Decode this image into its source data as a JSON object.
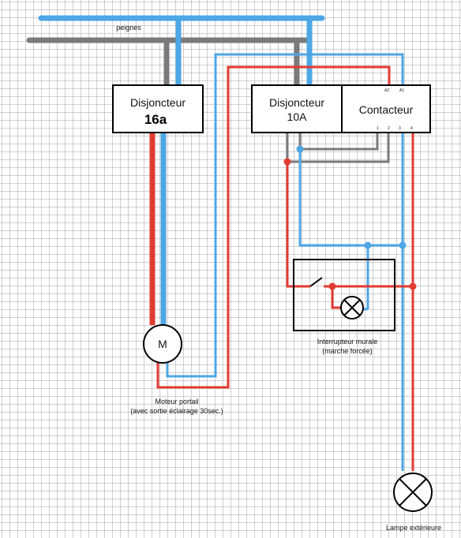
{
  "labels": {
    "peignes": "peignes",
    "breaker1_title": "Disjoncteur",
    "breaker1_rating": "16a",
    "breaker2_title": "Disjoncteur",
    "breaker2_rating": "10A",
    "contactor_title": "Contacteur",
    "contactor_pin_a2": "A2",
    "contactor_pin_a1": "A1",
    "contactor_pin_1": "1",
    "contactor_pin_2": "2",
    "contactor_pin_3": "3",
    "contactor_pin_4": "4",
    "motor_symbol": "M",
    "motor_caption_1": "Moteur portail",
    "motor_caption_2": "(avec sortie éclairage 30sec.)",
    "switch_caption_1": "Interrupteur murale",
    "switch_caption_2": "(marche forcée)",
    "lamp_caption": "Lampe extérieure"
  },
  "colors": {
    "phase": "#e23b32",
    "neutral": "#4da6e6",
    "control": "#7a7a7a",
    "outline": "#000000"
  }
}
